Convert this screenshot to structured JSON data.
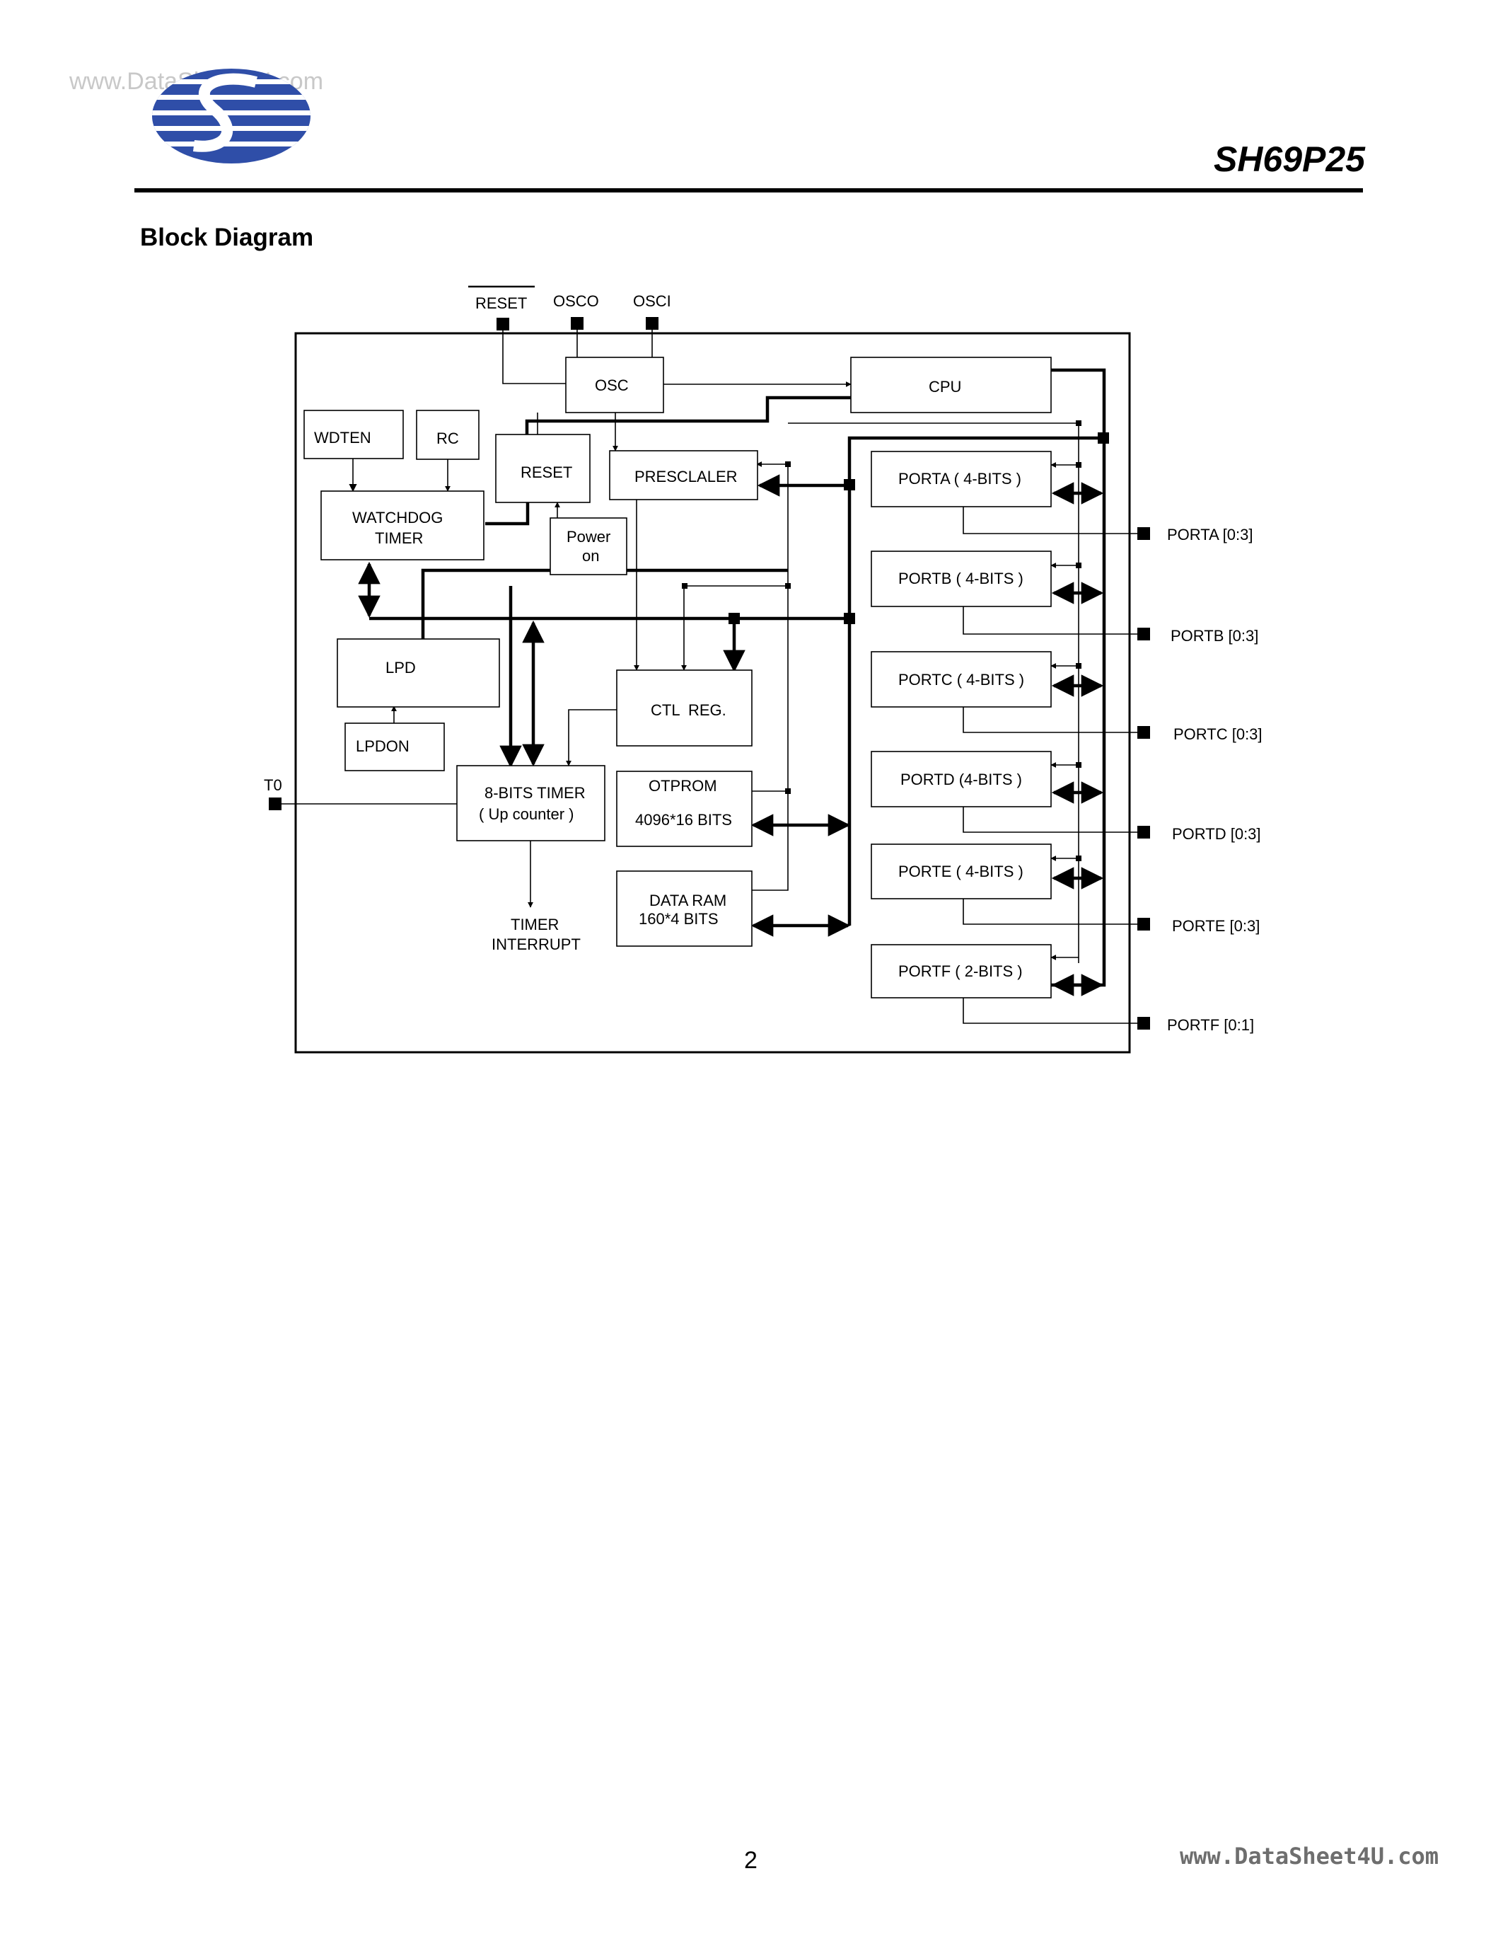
{
  "watermark": "www.DataSheet4U.com",
  "part_number": "SH69P25",
  "section_title": "Block Diagram",
  "page_number": "2",
  "footer_url": "www.DataSheet4U.com",
  "pins": {
    "reset": "RESET",
    "osco": "OSCO",
    "osci": "OSCI",
    "t0": "T0",
    "porta": "PORTA [0:3]",
    "portb": "PORTB [0:3]",
    "portc": "PORTC [0:3]",
    "portd": "PORTD [0:3]",
    "porte": "PORTE [0:3]",
    "portf": "PORTF [0:1]"
  },
  "blocks": {
    "osc": "OSC",
    "cpu": "CPU",
    "wdten": "WDTEN",
    "rc": "RC",
    "reset": "RESET",
    "prescaler": "PRESCLALER",
    "watchdog_1": "WATCHDOG",
    "watchdog_2": "TIMER",
    "power_on_1": "Power",
    "power_on_2": "on",
    "lpd": "LPD",
    "lpdon": "LPDON",
    "ctl_reg": "CTL  REG.",
    "timer_1": "8-BITS TIMER",
    "timer_2": "( Up counter )",
    "otprom_1": "OTPROM",
    "otprom_2": "4096*16 BITS",
    "ram_1": "DATA RAM",
    "ram_2": "160*4 BITS",
    "porta": "PORTA ( 4-BITS )",
    "portb": "PORTB ( 4-BITS )",
    "portc": "PORTC ( 4-BITS )",
    "portd": "PORTD (4-BITS )",
    "porte": "PORTE ( 4-BITS )",
    "portf": "PORTF ( 2-BITS )",
    "timer_int_1": "TIMER",
    "timer_int_2": "INTERRUPT"
  }
}
